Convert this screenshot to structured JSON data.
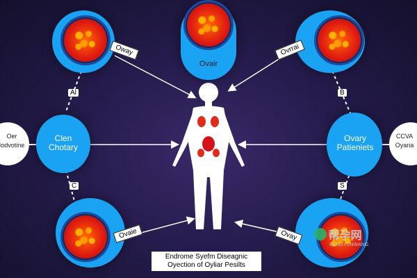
{
  "nodes": {
    "top_center": {
      "label": "Ovair"
    },
    "left_center": {
      "label": "Clen Chotary"
    },
    "right_center": {
      "label": "Ovary Patieniets"
    }
  },
  "side_labels": {
    "left": "Oer Iodvotine",
    "right": "CCVA Oyaria"
  },
  "edge_labels": {
    "top_left": "Oway",
    "top_right": "Ovrrai",
    "bottom_left": "Ovaie",
    "bottom_right": "Ovay",
    "left_upper": "Al",
    "left_lower": "C",
    "right_upper": "B",
    "right_lower": "S"
  },
  "caption": {
    "line1": "Endrome Syefm Diseagnic",
    "line2": "Oyection of Oyliar Pesilts"
  },
  "watermark": {
    "top": "帮孕网",
    "bottom": "BANGYUNWANG"
  },
  "colors": {
    "background": "#1b1538",
    "node_blue": "#1aa3f2",
    "cell_red": "#e01b12",
    "body_white": "#ffffff"
  }
}
